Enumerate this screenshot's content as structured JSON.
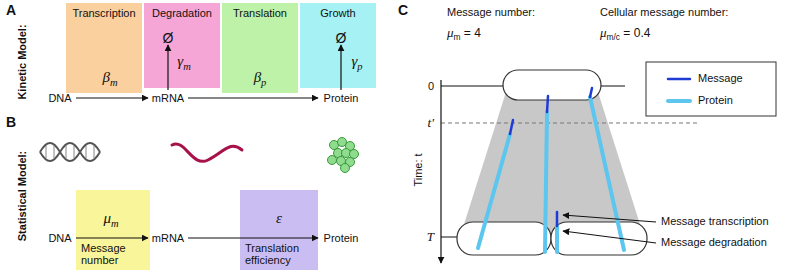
{
  "diagram": {
    "nodes": [
      {
        "text": [
          "Transcription",
          "βm"
        ]
      },
      {
        "text": [
          "Degradation",
          "Ø",
          "γm"
        ]
      },
      {
        "text": [
          "Translation",
          "βp"
        ]
      },
      {
        "text": [
          "Growth",
          "Ø",
          "γp"
        ]
      },
      {
        "text": [
          "μm",
          "Message number"
        ]
      },
      {
        "text": [
          "ε",
          "Translation efficiency"
        ]
      }
    ],
    "labels": [
      "A",
      "Kinetic Model:",
      "DNA",
      "mRNA",
      "Protein",
      "B",
      "Statistical Model:",
      "DNA",
      "mRNA",
      "Protein",
      "C",
      "Message number:",
      "μm = 4",
      "Cellular message number:",
      "μm/c = 0.4",
      "0",
      "t′",
      "T",
      "Time: t",
      "Message transcription",
      "Message degradation"
    ],
    "legend": [
      {
        "text": "Message"
      },
      {
        "text": "Protein"
      }
    ]
  }
}
